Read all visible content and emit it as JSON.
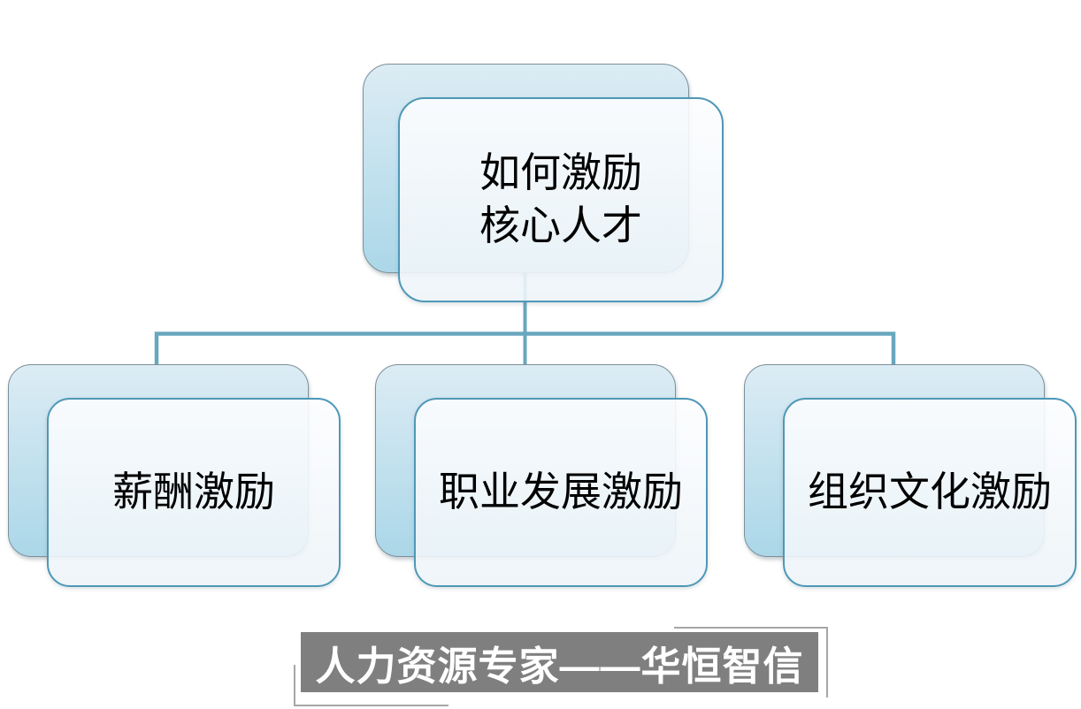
{
  "diagram": {
    "root": {
      "line1": "如何激励",
      "line2": "核心人才"
    },
    "children": [
      {
        "label": "薪酬激励"
      },
      {
        "label": "职业发展激励"
      },
      {
        "label": "组织文化激励"
      }
    ]
  },
  "footer": {
    "label": "人力资源专家——华恒智信"
  },
  "colors": {
    "connector": "#68a7bf",
    "front_border": "#4e98b7",
    "back_border": "#7e8f9a",
    "back_fill_top": "#dcecf4",
    "back_fill_bottom": "#abd7e8",
    "text": "#000000",
    "banner_bg": "#7f7f7f",
    "banner_text": "#ffffff",
    "accent_line": "#a6a6a6"
  }
}
